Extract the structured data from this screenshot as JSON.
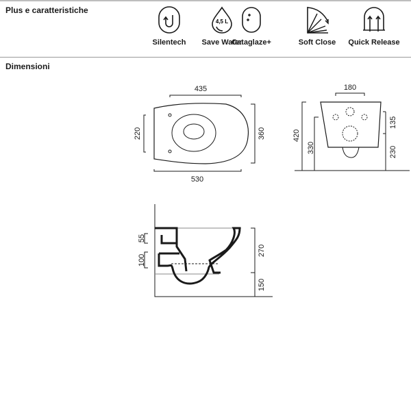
{
  "sections": {
    "features_title": "Plus e caratteristiche",
    "dimensions_title": "Dimensioni"
  },
  "features": [
    {
      "label": "Silentech",
      "icon": "silentech-icon"
    },
    {
      "label": "Save Water",
      "icon": "water-drop-icon",
      "icon_text": "4,5 L"
    },
    {
      "label": "Cataglaze+",
      "icon": "cataglaze-icon"
    },
    {
      "label": "Soft Close",
      "icon": "soft-close-icon"
    },
    {
      "label": "Quick Release",
      "icon": "quick-release-icon"
    }
  ],
  "dimensions": {
    "top_view": {
      "width_top": "435",
      "width_bottom": "530",
      "left": "220",
      "right": "360"
    },
    "front_view": {
      "top": "180",
      "height_total": "420",
      "height_inner": "330",
      "upper_right": "135",
      "lower_right": "230"
    },
    "side_view": {
      "upper_left": "55",
      "lower_left": "100",
      "upper_right": "270",
      "lower_right": "150"
    }
  }
}
